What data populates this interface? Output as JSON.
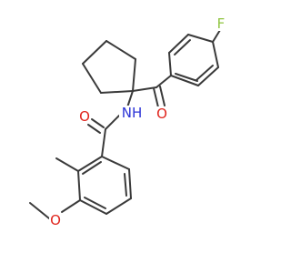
{
  "colors": {
    "bond": "#3a3a3a",
    "carbon": "#3a3a3a",
    "oxygen": "#e0241c",
    "nitrogen": "#2b33d6",
    "fluorine": "#8fc43f"
  },
  "atom_labels": {
    "fluorine": "F",
    "ketone_oxygen": "O",
    "amide_oxygen": "O",
    "amide_nh": "NH",
    "methoxy_oxygen": "O"
  }
}
